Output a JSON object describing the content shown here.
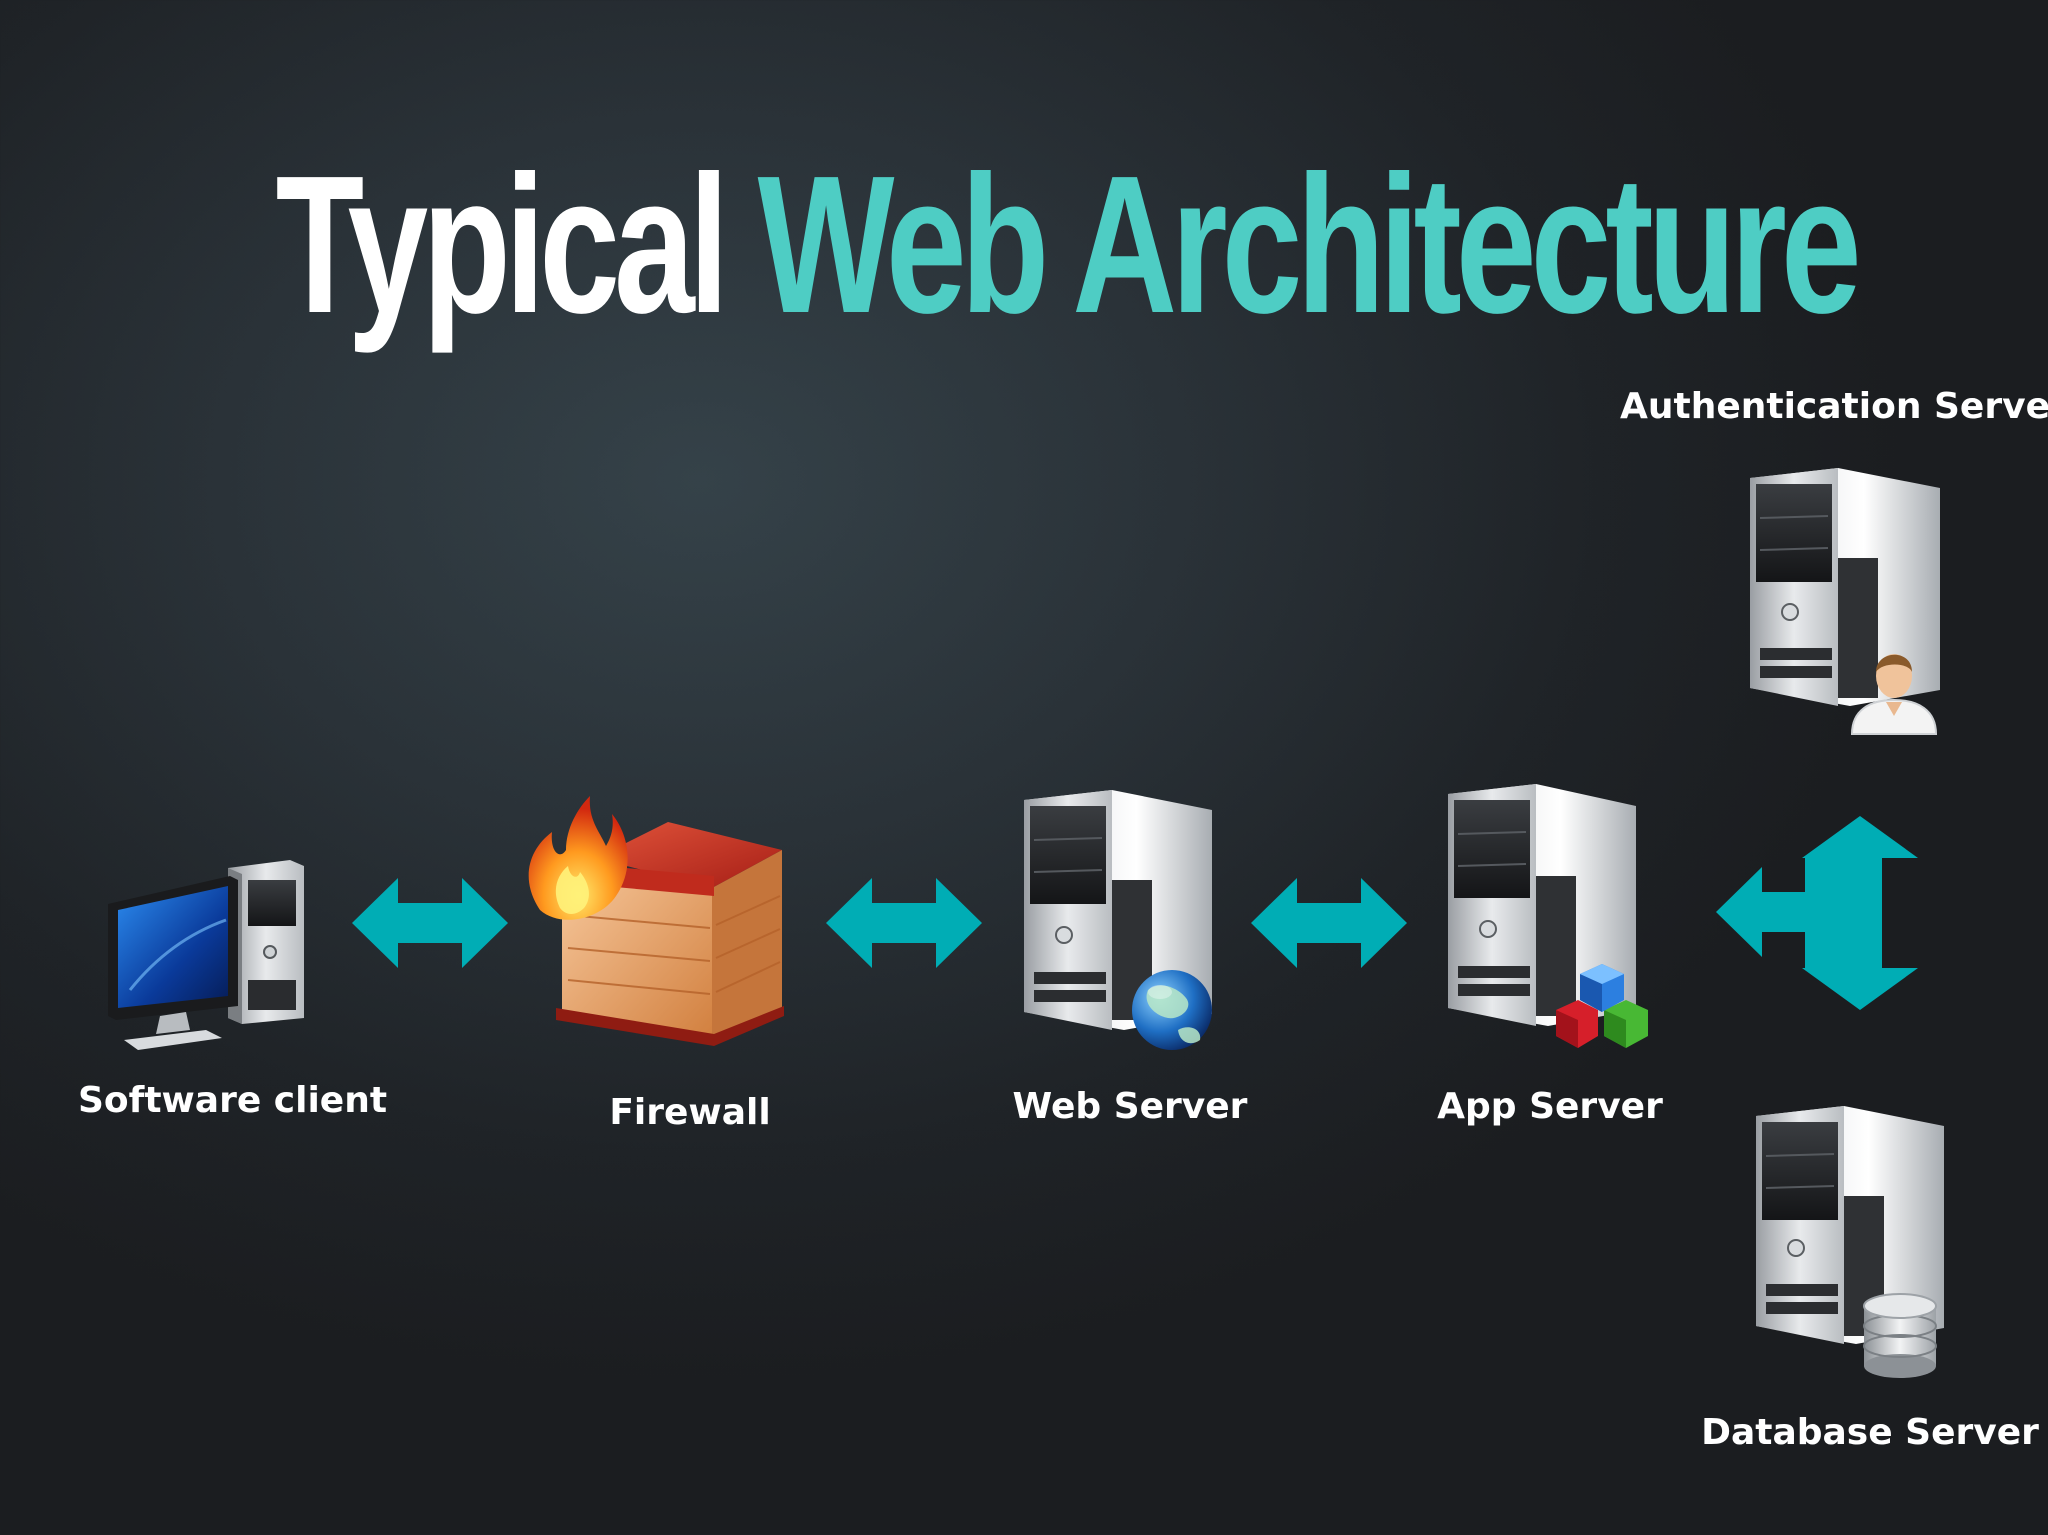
{
  "title": {
    "part1": "Typical",
    "part2": "Web Architecture"
  },
  "nodes": {
    "client": {
      "label": "Software client",
      "icon": "desktop-computer-icon"
    },
    "firewall": {
      "label": "Firewall",
      "icon": "firewall-icon"
    },
    "web": {
      "label": "Web Server",
      "icon": "web-server-icon"
    },
    "app": {
      "label": "App Server",
      "icon": "app-server-icon"
    },
    "auth": {
      "label": "Authentication Server",
      "icon": "auth-server-icon"
    },
    "db": {
      "label": "Database Server",
      "icon": "database-server-icon"
    }
  },
  "colors": {
    "accent": "#4ecdc4",
    "arrow": "#00adb5",
    "text": "#ffffff",
    "background": "#2a3238"
  }
}
